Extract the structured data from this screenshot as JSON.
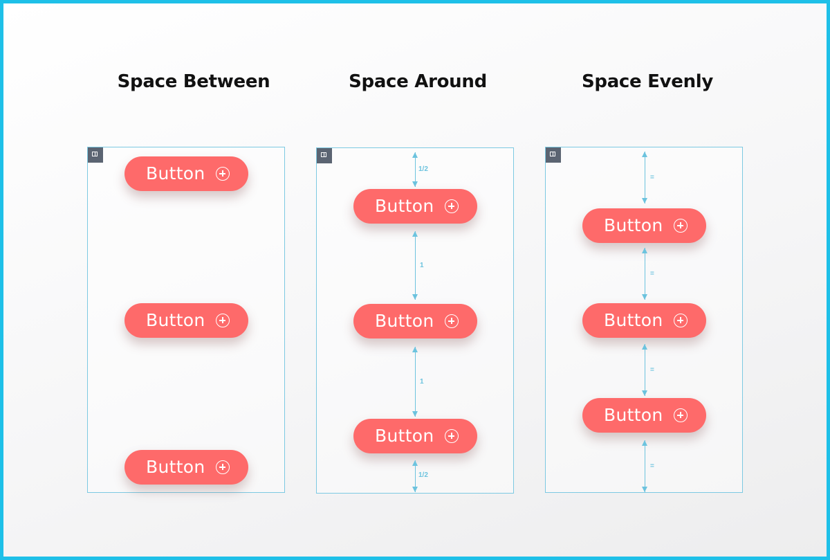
{
  "titles": {
    "space_between": "Space Between",
    "space_around": "Space Around",
    "space_evenly": "Space Evenly"
  },
  "button": {
    "label": "Button",
    "icon": "plus-circle-icon",
    "color": "#fe6a6a"
  },
  "dimensions": {
    "around_half": "1/2",
    "around_full": "1",
    "evenly_equal": "="
  },
  "colors": {
    "frame": "#1ec0e8",
    "guide": "#6cc3de",
    "corner_tag": "#5b6472"
  }
}
